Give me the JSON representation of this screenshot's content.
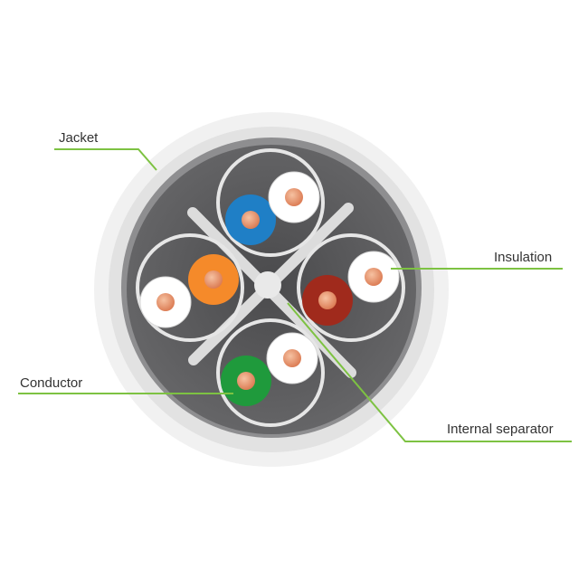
{
  "labels": {
    "jacket": "Jacket",
    "insulation": "Insulation",
    "conductor": "Conductor",
    "internal_separator": "Internal separator"
  },
  "colors": {
    "leader_line": "#7dc242",
    "jacket": "#ececec",
    "core": "#5b5b5d",
    "pair_blue": "#1f7fc6",
    "pair_orange": "#f58a2a",
    "pair_brown": "#a02a1c",
    "pair_green": "#1f9a3c",
    "insulation_white": "#ffffff",
    "conductor_copper": "#e48a60"
  }
}
